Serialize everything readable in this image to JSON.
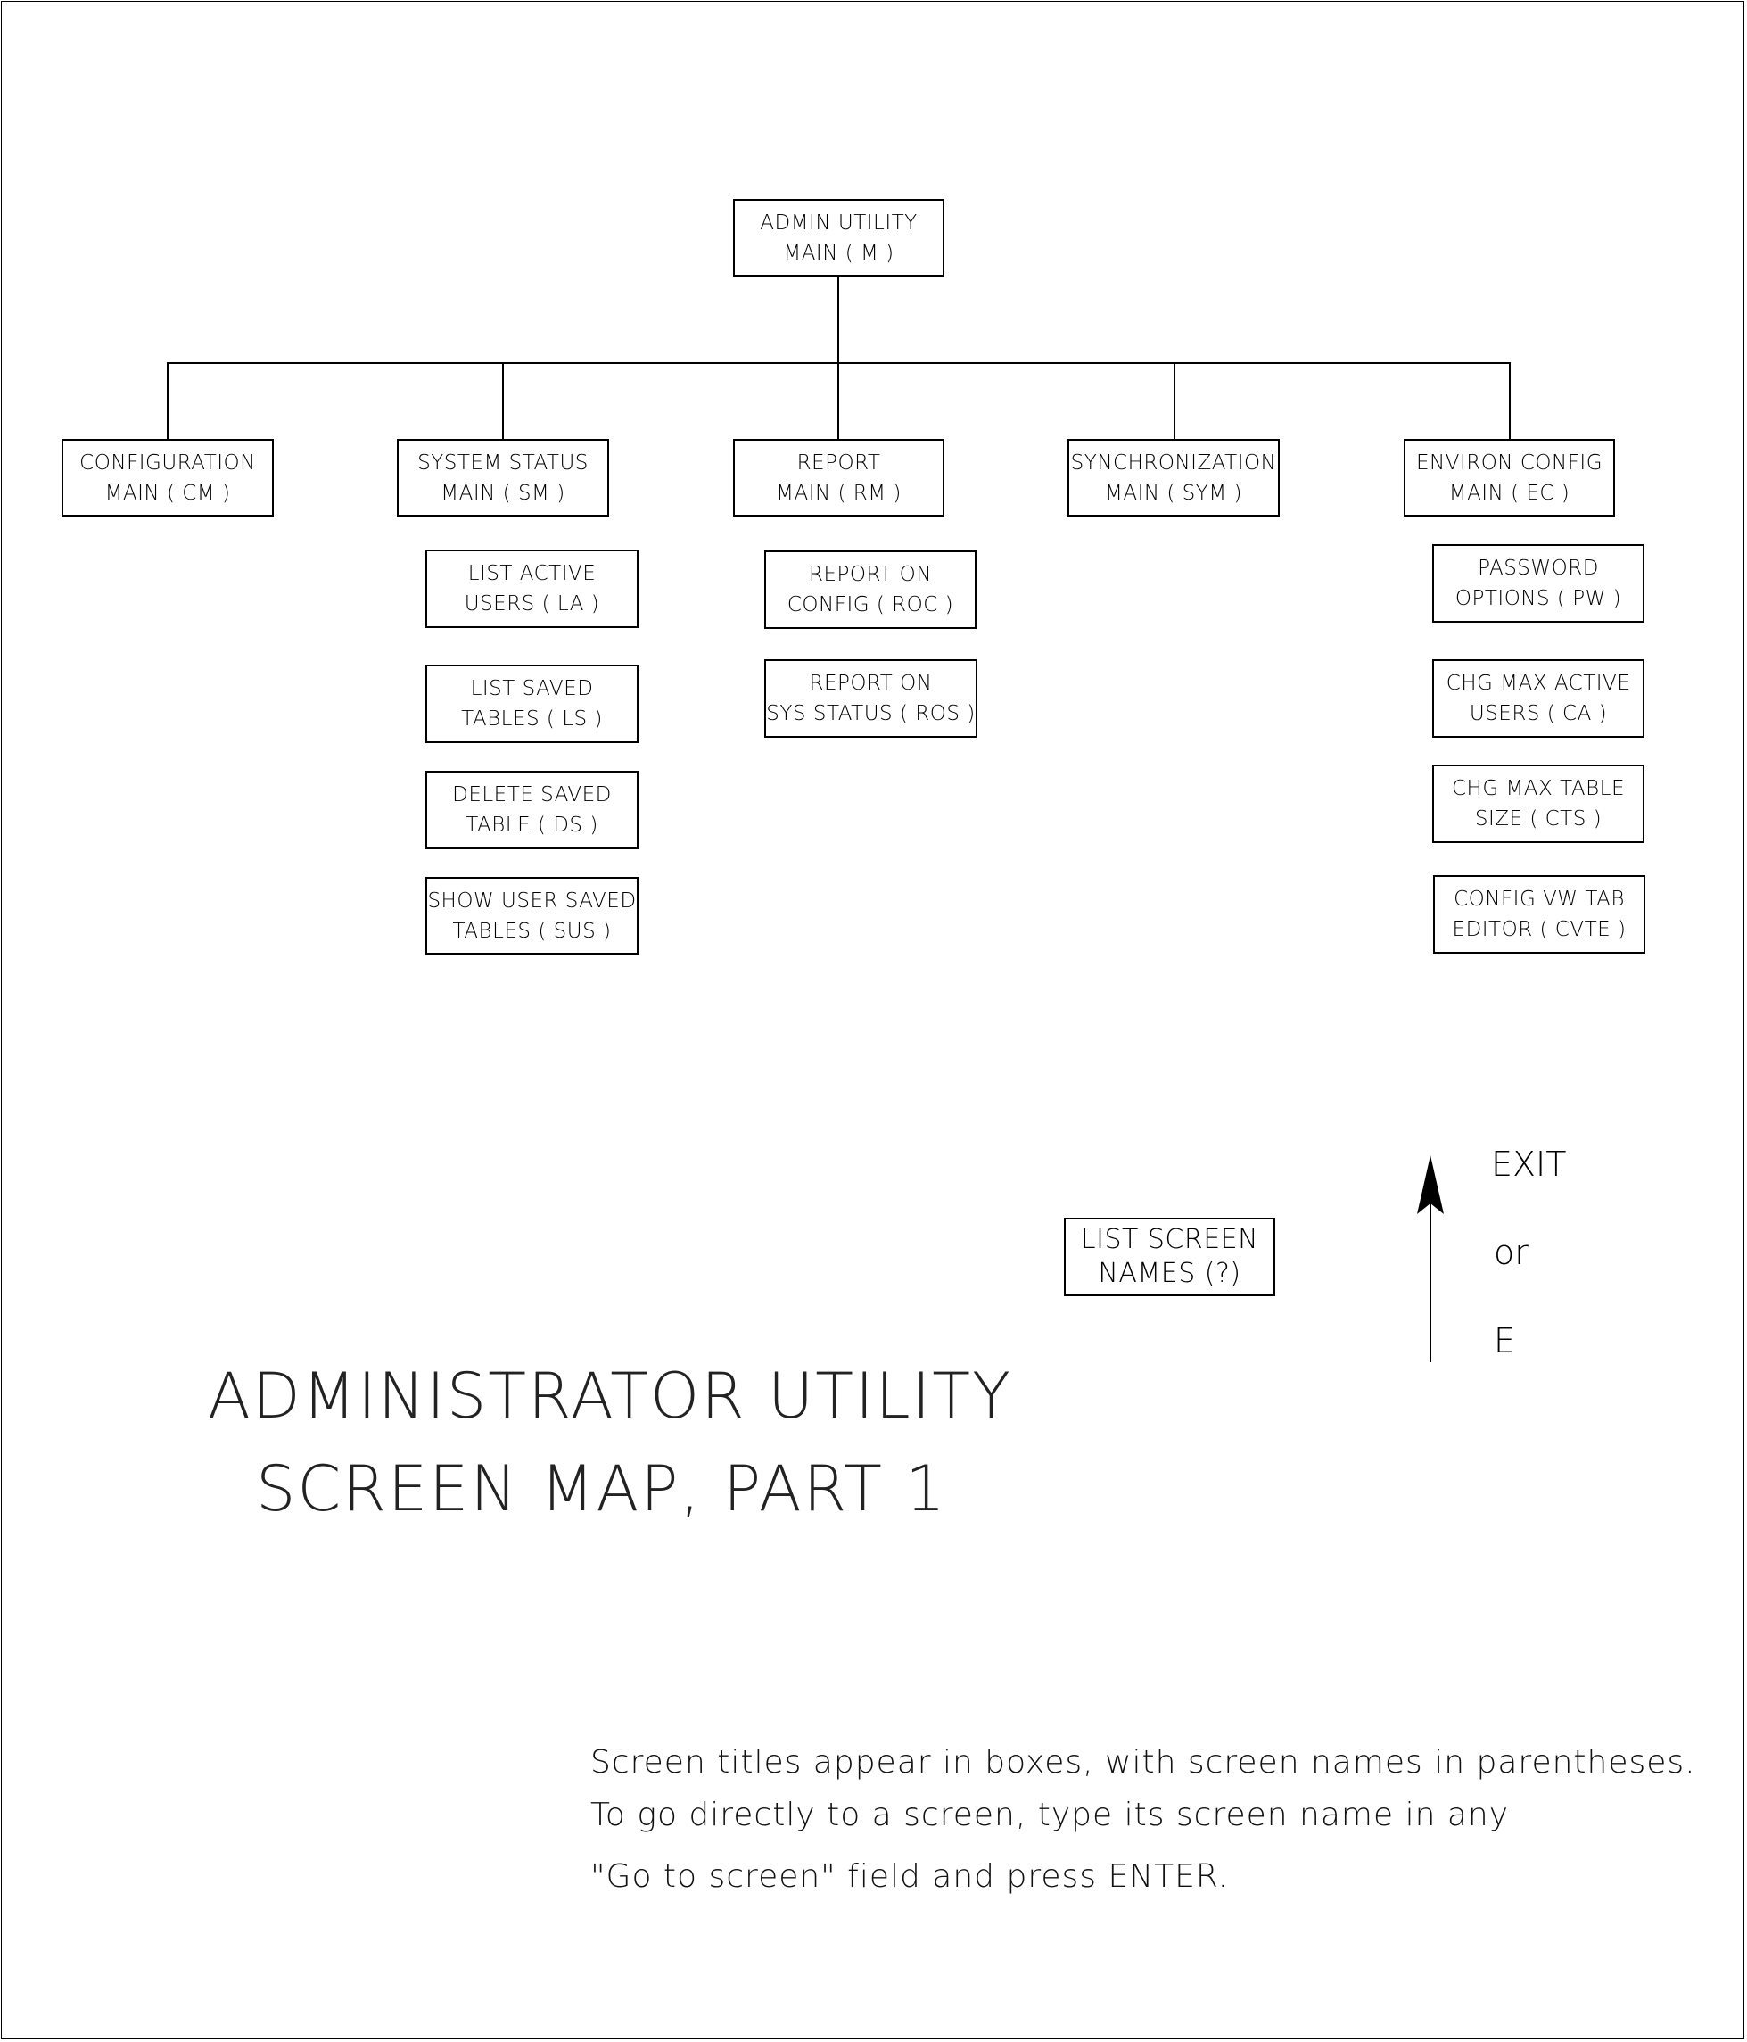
{
  "root": {
    "line1": "ADMIN UTILITY",
    "line2": "MAIN ( M )"
  },
  "branches": [
    {
      "line1": "CONFIGURATION",
      "line2": "MAIN ( CM )"
    },
    {
      "line1": "SYSTEM STATUS",
      "line2": "MAIN ( SM )"
    },
    {
      "line1": "REPORT",
      "line2": "MAIN ( RM )"
    },
    {
      "line1": "SYNCHRONIZATION",
      "line2": "MAIN ( SYM )"
    },
    {
      "line1": "ENVIRON CONFIG",
      "line2": "MAIN ( EC )"
    }
  ],
  "system_status_children": [
    {
      "line1": "LIST ACTIVE",
      "line2": "USERS ( LA )"
    },
    {
      "line1": "LIST SAVED",
      "line2": "TABLES ( LS )"
    },
    {
      "line1": "DELETE SAVED",
      "line2": "TABLE ( DS )"
    },
    {
      "line1": "SHOW USER SAVED",
      "line2": "TABLES ( SUS )"
    }
  ],
  "report_children": [
    {
      "line1": "REPORT ON",
      "line2": "CONFIG ( ROC )"
    },
    {
      "line1": "REPORT ON",
      "line2": "SYS STATUS ( ROS )"
    }
  ],
  "environ_children": [
    {
      "line1": "PASSWORD",
      "line2": "OPTIONS ( PW )"
    },
    {
      "line1": "CHG MAX ACTIVE",
      "line2": "USERS ( CA )"
    },
    {
      "line1": "CHG MAX TABLE",
      "line2": "SIZE ( CTS )"
    },
    {
      "line1": "CONFIG VW TAB",
      "line2": "EDITOR ( CVTE )"
    }
  ],
  "list_screen": {
    "line1": "LIST SCREEN",
    "line2": "NAMES (?)"
  },
  "exit": {
    "line1": "EXIT",
    "line2": "or",
    "line3": "E"
  },
  "title": {
    "line1": "ADMINISTRATOR UTILITY",
    "line2": "SCREEN MAP, PART 1"
  },
  "notes": [
    "Screen titles appear in boxes, with screen names in parentheses.",
    "To go directly to a screen, type its screen name in any",
    "\"Go to   screen\" field and press ENTER."
  ]
}
